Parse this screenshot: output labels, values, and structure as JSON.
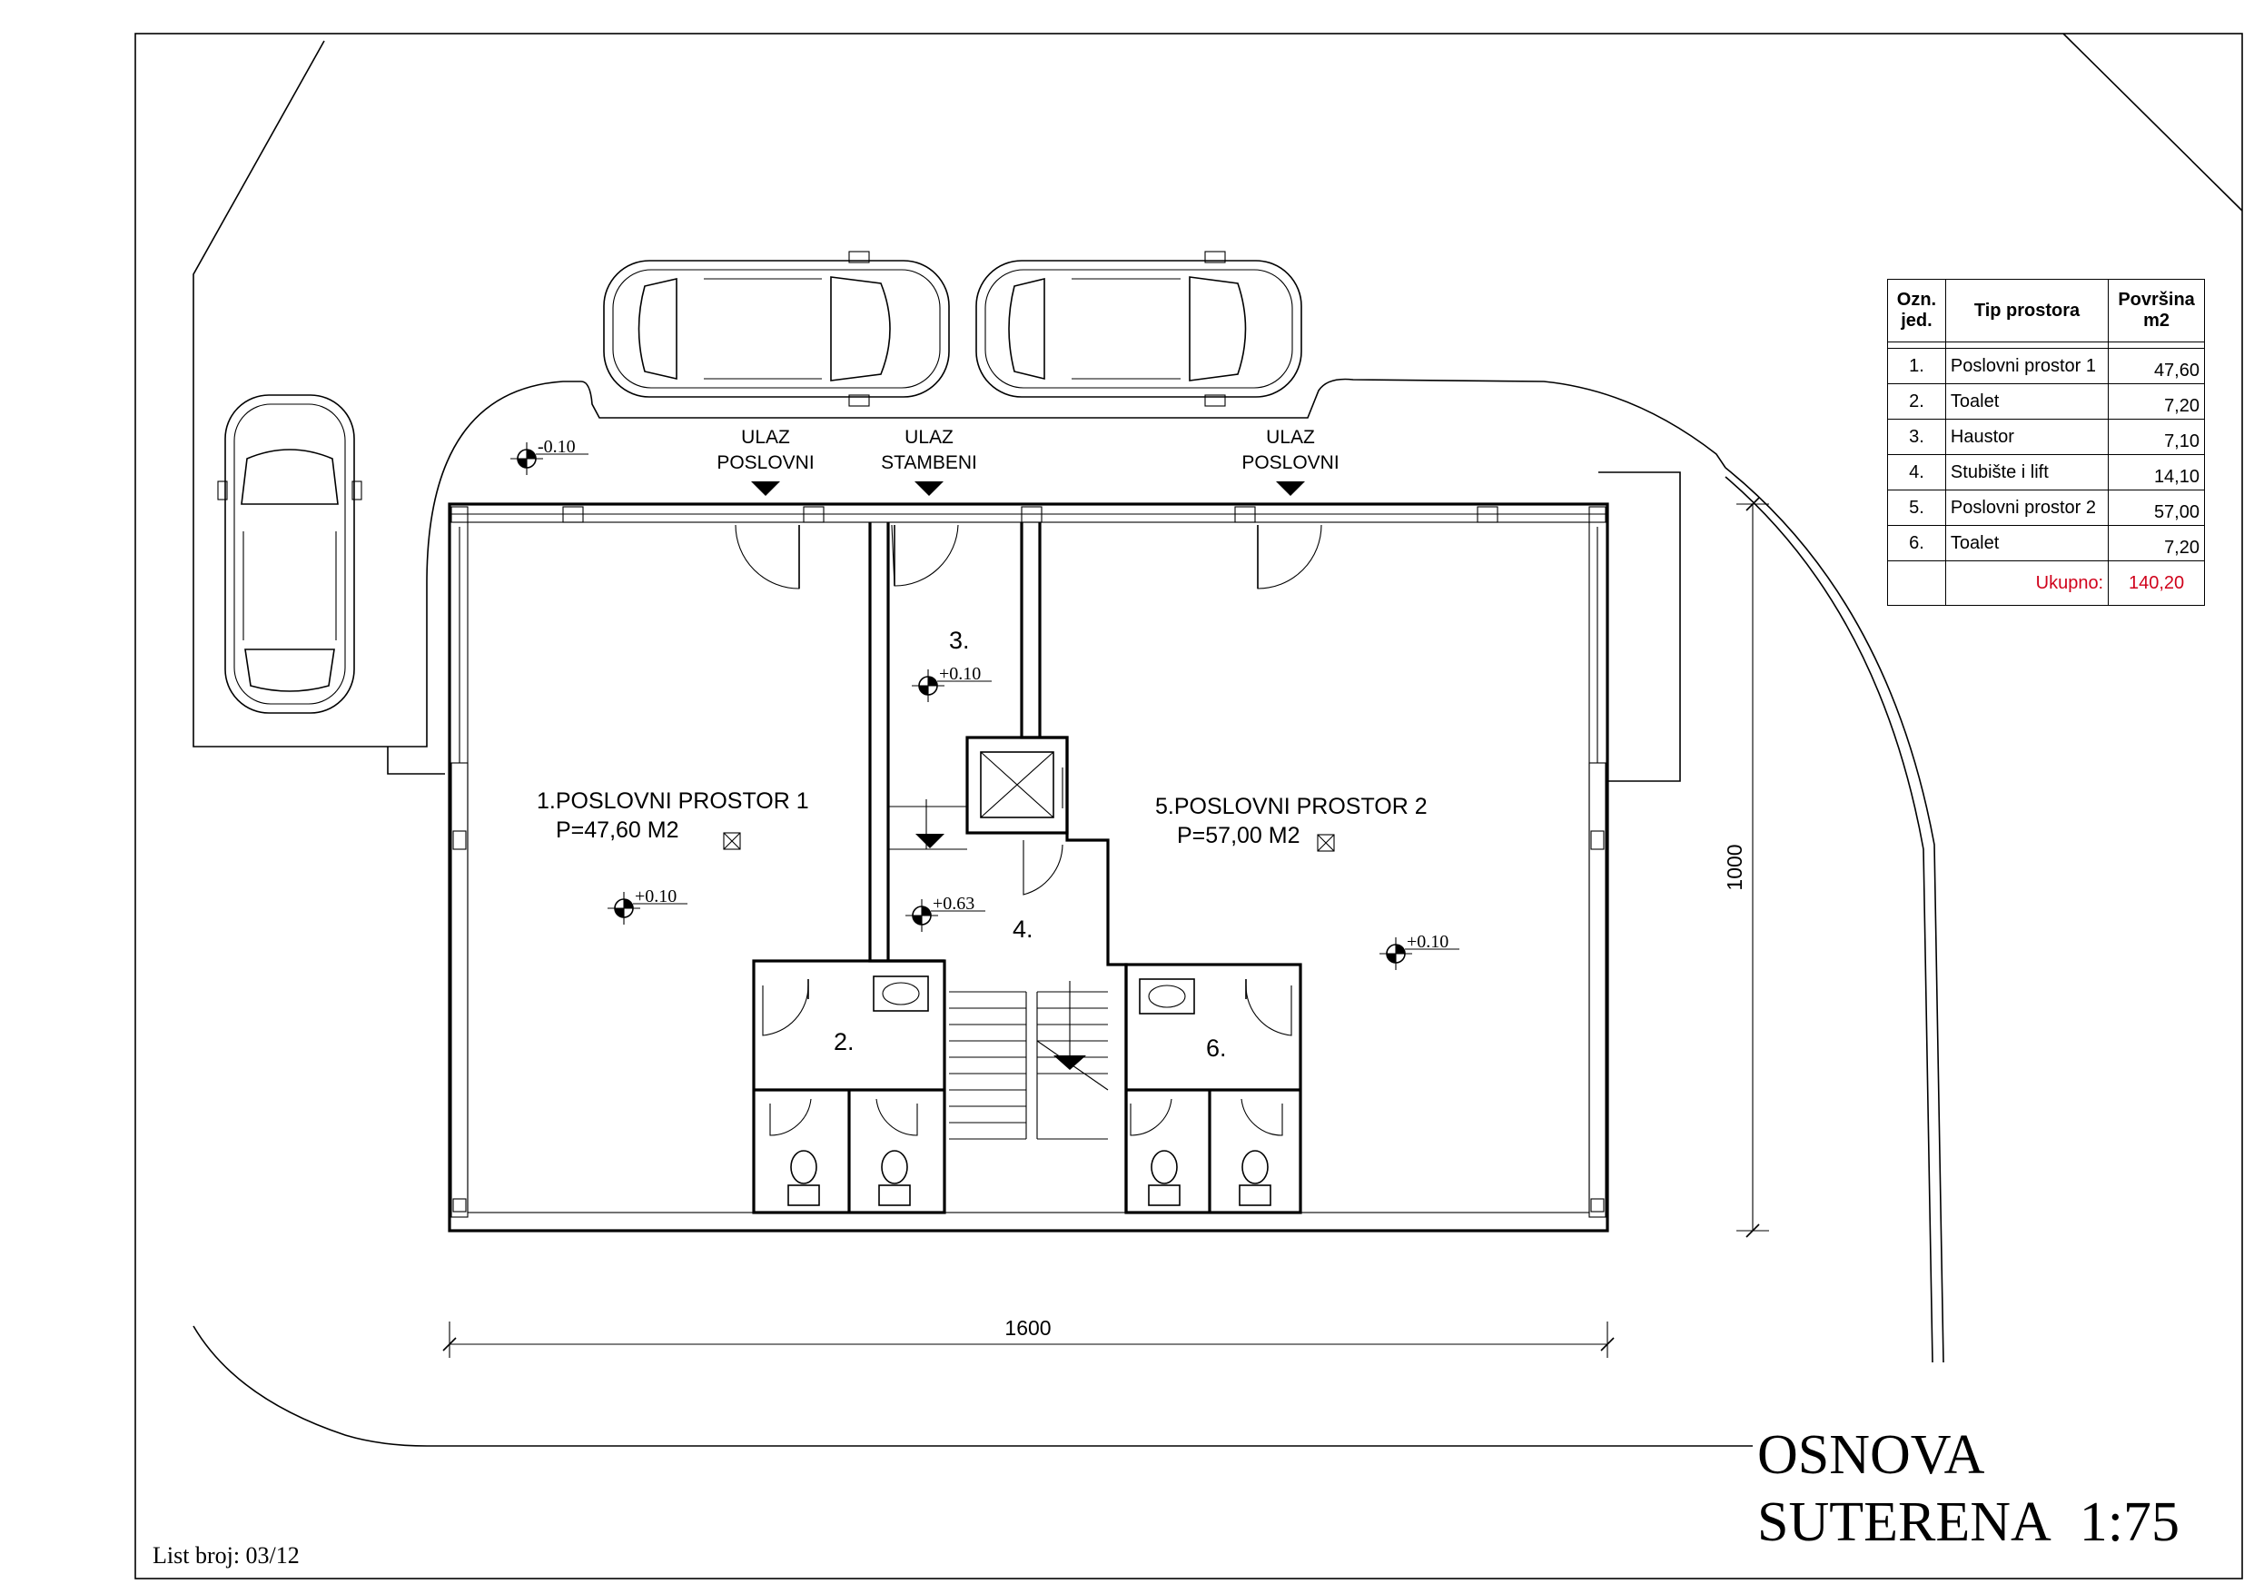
{
  "drawing": {
    "title_line1": "OSNOVA",
    "title_line2": "SUTERENA",
    "scale": "1:75",
    "sheet_number": "List broj: 03/12"
  },
  "entrances": {
    "left": {
      "line1": "ULAZ",
      "line2": "POSLOVNI"
    },
    "center": {
      "line1": "ULAZ",
      "line2": "STAMBENI"
    },
    "right": {
      "line1": "ULAZ",
      "line2": "POSLOVNI"
    }
  },
  "rooms": {
    "office1_name": "1.POSLOVNI PROSTOR 1",
    "office1_area": "P=47,60 M2",
    "office2_name": "5.POSLOVNI PROSTOR 2",
    "office2_area": "P=57,00 M2",
    "toilet_left": "2.",
    "hall": "3.",
    "stairs": "4.",
    "toilet_right": "6."
  },
  "levels": {
    "outside": "-0.10",
    "hall": "+0.10",
    "office1": "+0.10",
    "stairs": "+0.63",
    "office2": "+0.10"
  },
  "dimensions": {
    "width": "1600",
    "depth": "1000"
  },
  "table": {
    "headers": {
      "id": "Ozn. jed.",
      "type": "Tip prostora",
      "area": "Površina m2"
    },
    "rows": [
      {
        "id": "1.",
        "type": "Poslovni prostor 1",
        "area": "47,60"
      },
      {
        "id": "2.",
        "type": "Toalet",
        "area": "7,20"
      },
      {
        "id": "3.",
        "type": "Haustor",
        "area": "7,10"
      },
      {
        "id": "4.",
        "type": "Stubište i lift",
        "area": "14,10"
      },
      {
        "id": "5.",
        "type": "Poslovni prostor 2",
        "area": "57,00"
      },
      {
        "id": "6.",
        "type": "Toalet",
        "area": "7,20"
      }
    ],
    "total_label": "Ukupno:",
    "total_value": "140,20"
  },
  "colors": {
    "line": "#000000",
    "total": "#d0021b",
    "background": "#ffffff"
  }
}
